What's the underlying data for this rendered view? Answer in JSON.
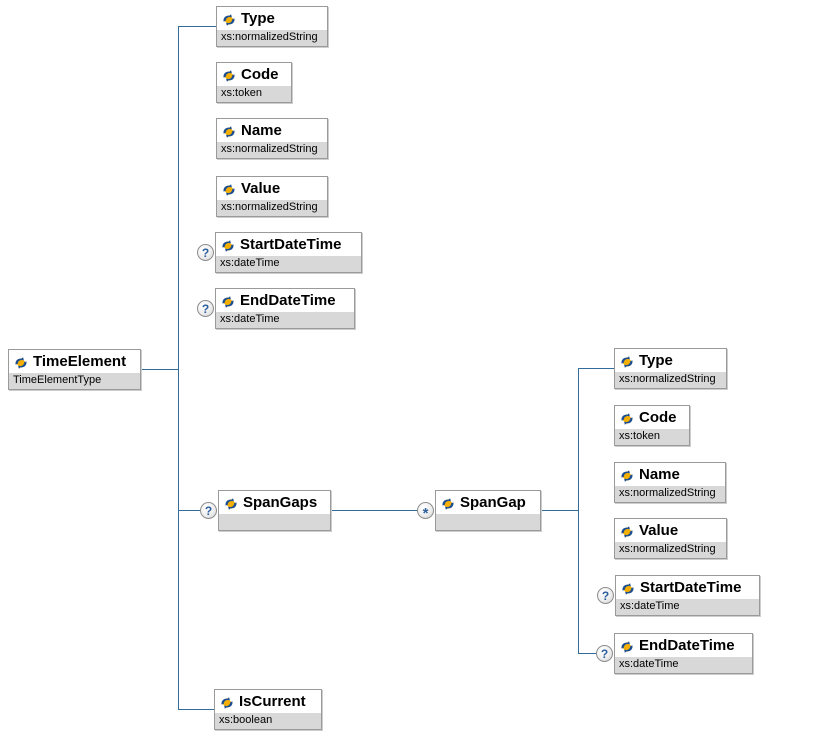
{
  "diagram": {
    "root": {
      "label": "TimeElement",
      "type": "TimeElementType"
    },
    "children": [
      {
        "label": "Type",
        "type": "xs:normalizedString",
        "occurrence": ""
      },
      {
        "label": "Code",
        "type": "xs:token",
        "occurrence": ""
      },
      {
        "label": "Name",
        "type": "xs:normalizedString",
        "occurrence": ""
      },
      {
        "label": "Value",
        "type": "xs:normalizedString",
        "occurrence": ""
      },
      {
        "label": "StartDateTime",
        "type": "xs:dateTime",
        "occurrence": "?"
      },
      {
        "label": "EndDateTime",
        "type": "xs:dateTime",
        "occurrence": "?"
      },
      {
        "label": "SpanGaps",
        "type": "",
        "occurrence": "?"
      },
      {
        "label": "IsCurrent",
        "type": "xs:boolean",
        "occurrence": ""
      }
    ],
    "spangap": {
      "label": "SpanGap",
      "type": "",
      "occurrence": "*"
    },
    "spangap_children": [
      {
        "label": "Type",
        "type": "xs:normalizedString",
        "occurrence": ""
      },
      {
        "label": "Code",
        "type": "xs:token",
        "occurrence": ""
      },
      {
        "label": "Name",
        "type": "xs:normalizedString",
        "occurrence": ""
      },
      {
        "label": "Value",
        "type": "xs:normalizedString",
        "occurrence": ""
      },
      {
        "label": "StartDateTime",
        "type": "xs:dateTime",
        "occurrence": "?"
      },
      {
        "label": "EndDateTime",
        "type": "xs:dateTime",
        "occurrence": "?"
      }
    ],
    "icons": {
      "element": "element-icon"
    },
    "colors": {
      "connector_line": "#336b9b",
      "box_border": "#9a9a9a",
      "type_row_bg": "#d8d8d8",
      "badge_text": "#2d5f9e",
      "icon_blue": "#1d4f91",
      "icon_yellow": "#f5af02",
      "background": "#ffffff"
    }
  }
}
